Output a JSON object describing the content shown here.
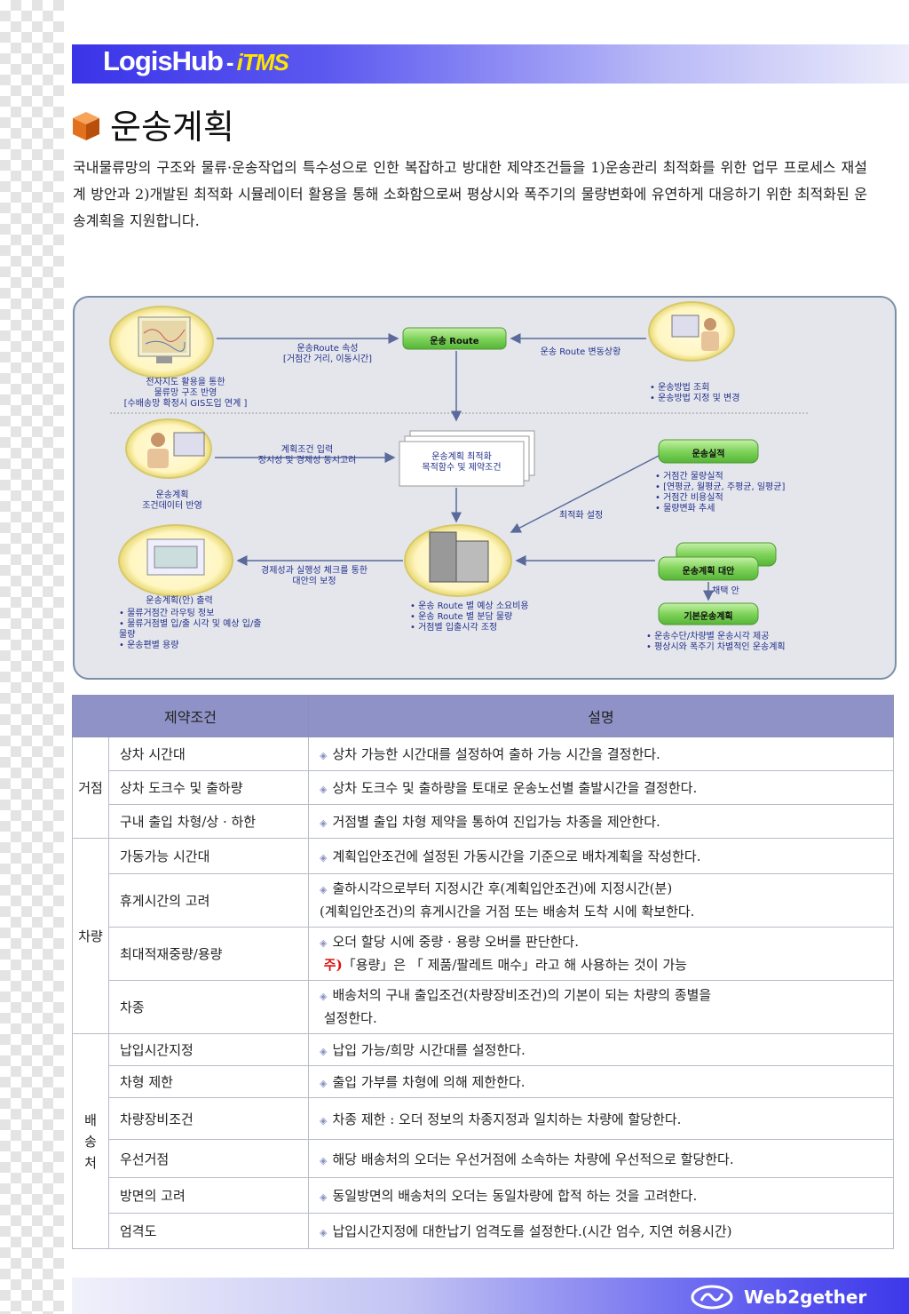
{
  "header": {
    "brand": "LogisHub",
    "brand_sep": "-",
    "brand_sub": "iTMS"
  },
  "title": "운송계획",
  "intro": "국내물류망의 구조와 물류·운송작업의 특수성으로 인한 복잡하고 방대한 제약조건들을 1)운송관리 최적화를 위한 업무 프로세스 재설계 방안과 2)개발된 최적화 시뮬레이터 활용을 통해 소화함으로써 평상시와 폭주기의 물량변화에 유연하게 대응하기 위한 최적화된 운송계획을 지원합니다.",
  "diagram": {
    "route_box": "운송 Route",
    "arrow_left_top_1": "운송Route 속성",
    "arrow_left_top_2": "[거점간 거리, 이동시간]",
    "arrow_right_top": "운송 Route 변동상황",
    "map_caption_1": "전자지도 활용을 통한",
    "map_caption_2": "물류망 구조 반영",
    "map_caption_3": "[수배송망 확정시 GIS도입 연계 ]",
    "operator_list": [
      "• 운송방법 조회",
      "• 운송방법 지정 및 변경"
    ],
    "plan_input_1": "계획조건 입력",
    "plan_input_2": "정시성 및 경제성 동시고려",
    "optim_doc_1": "운송계획 최적화",
    "optim_doc_2": "목적함수 및 제약조건",
    "planner_caption_1": "운송계획",
    "planner_caption_2": "조건데이터 반영",
    "results_box": "운송실적",
    "results_list": [
      "• 거점간 물량실적",
      "• [연평균, 월평균, 주평균, 일평균]",
      "• 거점간 비용실적",
      "• 물량변화 추세"
    ],
    "optim_setting": "최적화 설정",
    "check_1": "경제성과 실행성 체크를 통한",
    "check_2": "대안의 보정",
    "alt_box": "운송계획 대안",
    "adopt": "채택 안",
    "base_box": "기본운송계획",
    "server_list": [
      "• 운송 Route 별 예상 소요비용",
      "• 운송 Route 별 분담 물량",
      "• 거점별 입출시각 조정"
    ],
    "output_caption": "운송계획(안) 출력",
    "output_list": [
      "• 물류거점간 라우팅 정보",
      "• 물류거점별 입/출 시각 및 예상 입/출",
      "   물량",
      "• 운송편별 용량"
    ],
    "base_list": [
      "• 운송수단/차량별 운송시각 제공",
      "• 평상시와 폭주기 차별적인 운송계획"
    ]
  },
  "table": {
    "headers": {
      "condition": "제약조건",
      "description": "설명"
    },
    "groups": {
      "hub": "거점",
      "vehicle": "차량",
      "delivery": "배\n송\n처"
    },
    "rows": [
      {
        "cond": "상차 시간대",
        "desc": "상차 가능한 시간대를 설정하여 출하 가능 시간을 결정한다."
      },
      {
        "cond": "상차 도크수 및 출하량",
        "desc": "상차 도크수 및 출하량을 토대로 운송노선별 출발시간을 결정한다."
      },
      {
        "cond": "구내 출입 차형/상 · 하한",
        "desc": "거점별 출입 차형 제약을 통하여 진입가능 차종을 제안한다."
      },
      {
        "cond": "가동가능 시간대",
        "desc": "계획입안조건에 설정된 가동시간을 기준으로 배차계획을 작성한다."
      },
      {
        "cond": "휴게시간의 고려",
        "desc": "출하시각으로부터 지정시간 후(계획입안조건)에 지정시간(분)",
        "desc2": "(계획입안조건)의 휴게시간을 거점 또는 배송처 도착 시에 확보한다."
      },
      {
        "cond": "최대적재중량/용량",
        "desc": "오더 할당 시에 중량 · 용량 오버를 판단한다.",
        "note": "주)",
        "desc2": "「용량」은 「 제품/팔레트 매수」라고 해 사용하는 것이 가능"
      },
      {
        "cond": "차종",
        "desc": "배송처의 구내 출입조건(차량장비조건)의 기본이 되는 차량의 종별을",
        "desc2": "설정한다."
      },
      {
        "cond": "납입시간지정",
        "desc": "납입 가능/희망 시간대를 설정한다."
      },
      {
        "cond": "차형 제한",
        "desc": "출입 가부를 차형에 의해 제한한다."
      },
      {
        "cond": "차량장비조건",
        "desc": "차종 제한 : 오더 정보의 차종지정과 일치하는 차량에 할당한다."
      },
      {
        "cond": "우선거점",
        "desc": "해당 배송처의 오더는 우선거점에 소속하는 차량에 우선적으로 할당한다."
      },
      {
        "cond": "방면의 고려",
        "desc": "동일방면의 배송처의 오더는 동일차량에 합적 하는 것을 고려한다."
      },
      {
        "cond": "엄격도",
        "desc": "납입시간지정에 대한납기 엄격도를 설정한다.(시간 엄수, 지연 허용시간)"
      }
    ],
    "bullet": "◈"
  },
  "footer": {
    "brand": "Web2gether"
  },
  "colors": {
    "accent": "#3a34e8",
    "header_th": "#8f92c6",
    "pill_green": "#7fd35a",
    "diagram_bg": "#e4e6ec"
  }
}
